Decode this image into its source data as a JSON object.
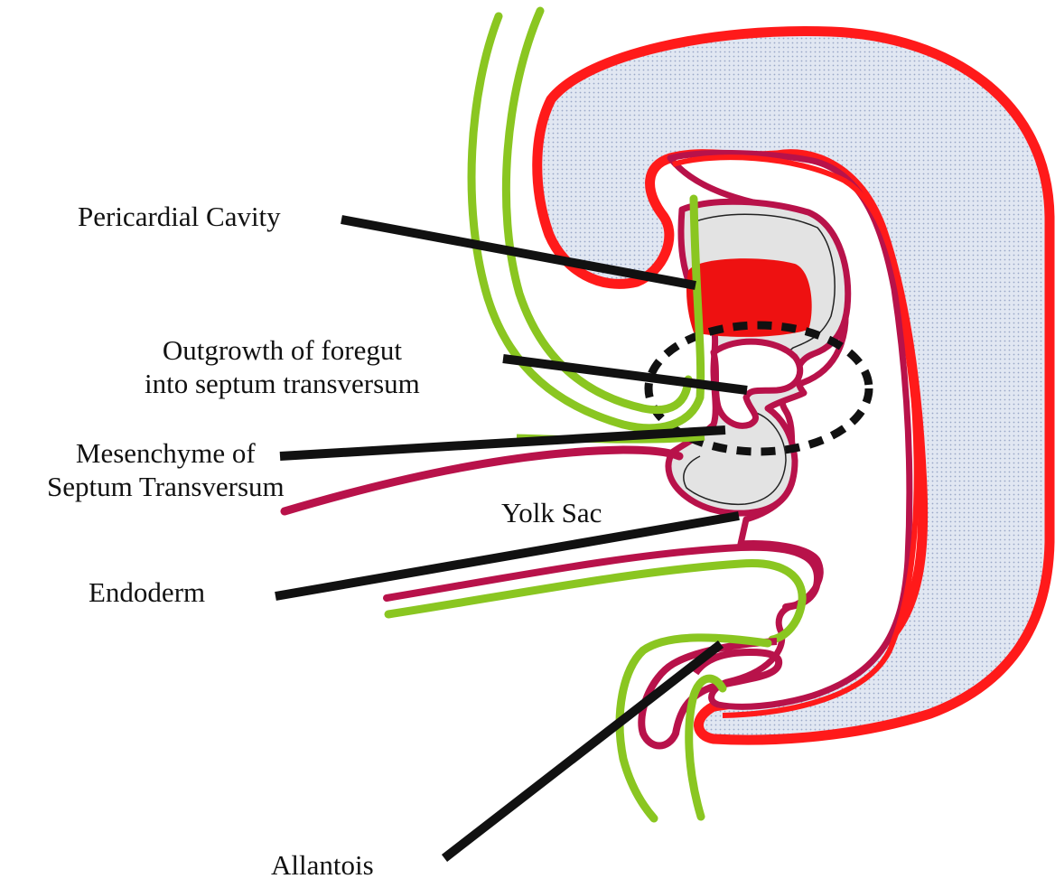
{
  "labels": {
    "pericardial_cavity": "Pericardial Cavity",
    "foregut_line1": "Outgrowth of foregut",
    "foregut_line2": "into septum transversum",
    "mesenchyme_line1": "Mesenchyme of",
    "mesenchyme_line2": "Septum Transversum",
    "yolk_sac": "Yolk Sac",
    "endoderm": "Endoderm",
    "allantois": "Allantois"
  },
  "colors": {
    "ectoderm": "#ff1a1a",
    "endoderm": "#b8124a",
    "mesoderm": "#8ac621",
    "amniotic_fill": "#dde4f0",
    "mesenchyme_fill": "#e3e3e3",
    "heart": "#ee1111",
    "leader": "#111111"
  }
}
